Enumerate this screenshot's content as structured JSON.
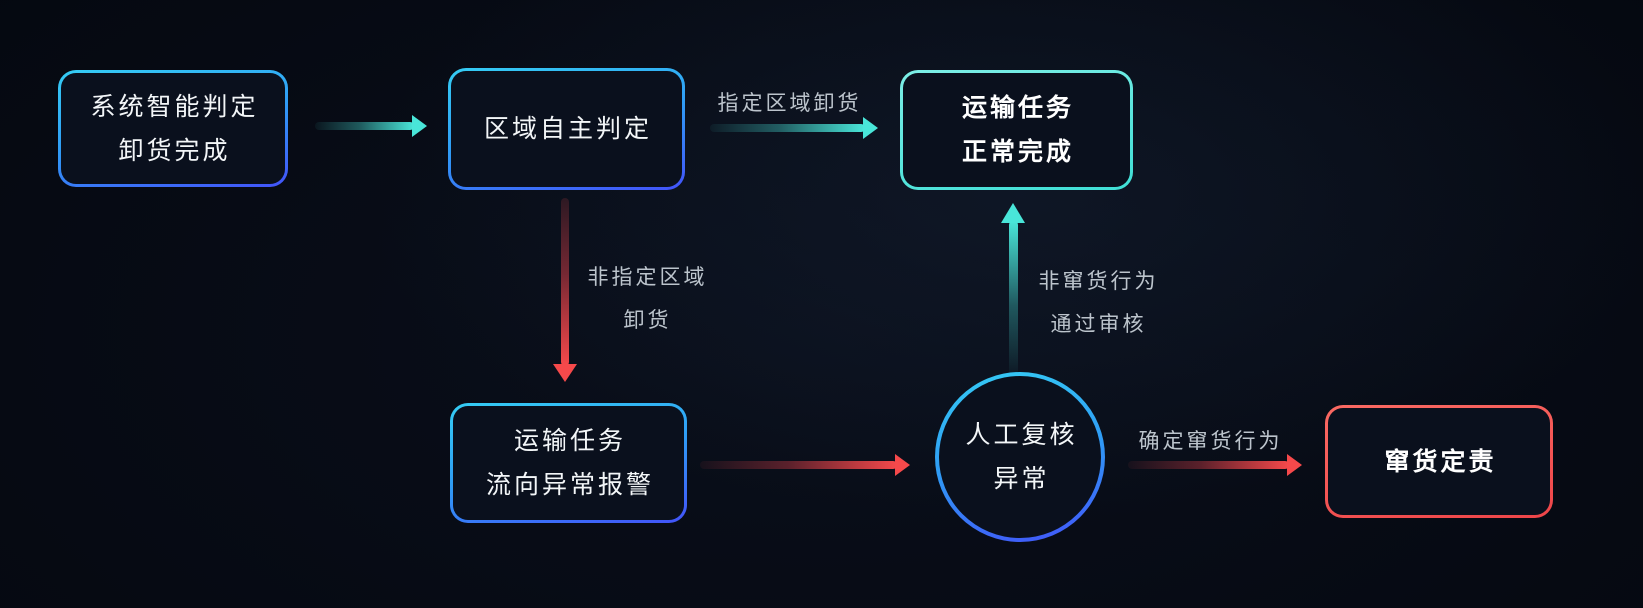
{
  "nodes": [
    {
      "id": "system-judgment",
      "shape": "box",
      "lines": [
        "系统智能判定",
        "卸货完成"
      ]
    },
    {
      "id": "area-judgment",
      "shape": "box",
      "lines": [
        "区域自主判定"
      ]
    },
    {
      "id": "task-complete",
      "shape": "box",
      "lines": [
        "运输任务",
        "正常完成"
      ]
    },
    {
      "id": "flow-alarm",
      "shape": "box",
      "lines": [
        "运输任务",
        "流向异常报警"
      ]
    },
    {
      "id": "manual-review",
      "shape": "circle",
      "lines": [
        "人工复核",
        "异常"
      ]
    },
    {
      "id": "liability",
      "shape": "box",
      "lines": [
        "窜货定责"
      ]
    }
  ],
  "edge_labels": [
    {
      "id": "designated-unload",
      "lines": [
        "指定区域卸货"
      ]
    },
    {
      "id": "non-designated-unload",
      "lines": [
        "非指定区域",
        "卸货"
      ]
    },
    {
      "id": "not-diversion-pass",
      "lines": [
        "非窜货行为",
        "通过审核"
      ]
    },
    {
      "id": "confirmed-diversion",
      "lines": [
        "确定窜货行为"
      ]
    }
  ],
  "colors": {
    "node_fill": "#0a101d",
    "node_text": "#f3f6f8",
    "label_text": "#bcc4cc",
    "box_blue_top": "#35cdf4",
    "box_blue_bottom": "#4253f9",
    "box_cyan_top": "#7deee6",
    "box_cyan_bottom": "#3fdfd6",
    "box_red_top": "#fa6a63",
    "box_red_bottom": "#ee4549",
    "arrow_teal": "#49e6d9",
    "arrow_red": "#f6494b"
  }
}
